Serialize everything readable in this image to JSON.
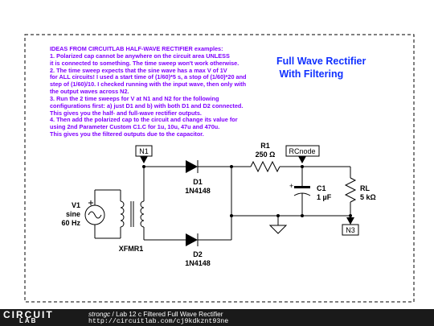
{
  "notes": "IDEAS FROM CIRCUITLAB HALF-WAVE RECTIFIER examples:\n1. Polarized cap cannot be anywhere on the circuit area UNLESS\nit is connected to something. The time sweep won't work otherwise.\n2. The time sweep expects that the sine wave has a max V of 1V\nfor ALL circuits! I used a start time of (1/60)*5 s, a stop of (1/60)*20 and\nstep of (1/60)/10. I checked running with the input wave, then only with\nthe output waves across N2.\n3. Run the 2 time sweeps for V at N1 and N2 for the following\nconfigurations first: a) just D1 and b) with both D1 and D2 connected.\nThis gives you the half- and full-wave rectifier outputs.\n4. Then add the polarized cap to the circuit and change its value for\nusing 2nd Parameter Custom C1.C for 1u, 10u, 47u and 470u.\nThis gives you the filtered outputs due to the capacitor.",
  "title": "Full Wave Rectifier\n With Filtering",
  "components": {
    "v1_name": "V1",
    "v1_type": "sine",
    "v1_freq": "60 Hz",
    "xfmr": "XFMR1",
    "d1_name": "D1",
    "d1_part": "1N4148",
    "d2_name": "D2",
    "d2_part": "1N4148",
    "r1_name": "R1",
    "r1_value": "250 Ω",
    "c1_name": "C1",
    "c1_value": "1 µF",
    "rl_name": "RL",
    "rl_value": "5 kΩ"
  },
  "nodes": {
    "n1": "N1",
    "rcnode": "RCnode",
    "n3": "N3"
  },
  "footer": {
    "logo_top": "CIRCUIT",
    "logo_bottom": "LAB",
    "author": "strongc",
    "separator": " / ",
    "circuit_title": "Lab 12 c Filtered Full Wave Rectifier",
    "url": "http://circuitlab.com/cj9kdkznt93ne"
  },
  "colors": {
    "notes": "#8000ff",
    "title": "#1030ff",
    "wire": "#000000",
    "capacitor_fill": "#f4d060",
    "footer_bg": "#1a1a1a"
  }
}
